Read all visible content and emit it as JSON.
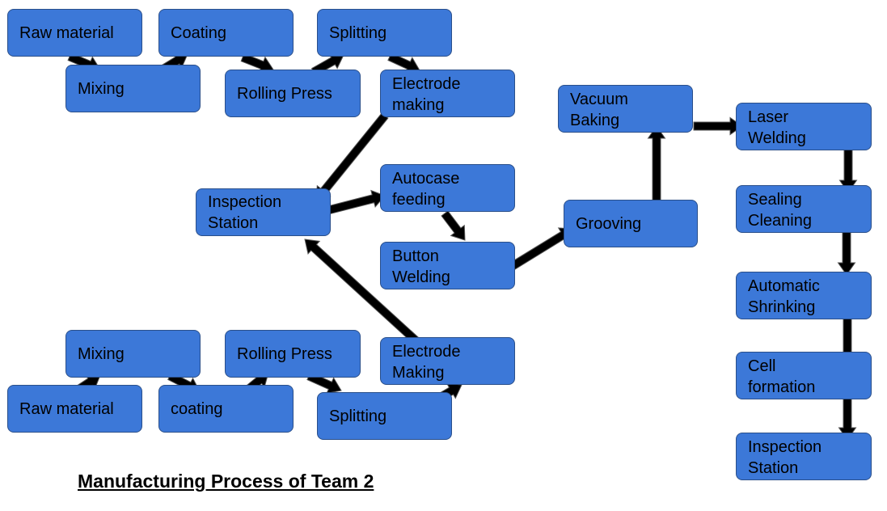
{
  "title": "Manufacturing Process of Team 2",
  "colors": {
    "box_fill": "#3c78d8",
    "box_border": "#2a4f8a",
    "arrow": "#000000"
  },
  "nodes": {
    "top_raw_material": "Raw material",
    "top_coating": "Coating",
    "top_splitting": "Splitting",
    "top_mixing": "Mixing",
    "top_rolling_press": "Rolling Press",
    "top_electrode_making": "Electrode\nmaking",
    "inspection_station_center": "Inspection\nStation",
    "autocase_feeding": "Autocase\nfeeding",
    "button_welding": "Button\nWelding",
    "grooving": "Grooving",
    "vacuum_baking": "Vacuum\nBaking",
    "laser_welding": "Laser\nWelding",
    "sealing_cleaning": "Sealing\nCleaning",
    "automatic_shrinking": "Automatic\nShrinking",
    "cell_formation": "Cell\nformation",
    "inspection_station_final": "Inspection\nStation",
    "bottom_mixing": "Mixing",
    "bottom_rolling_press": "Rolling Press",
    "bottom_electrode_making": "Electrode\nMaking",
    "bottom_raw_material": "Raw material",
    "bottom_coating": "coating",
    "bottom_splitting": "Splitting"
  }
}
